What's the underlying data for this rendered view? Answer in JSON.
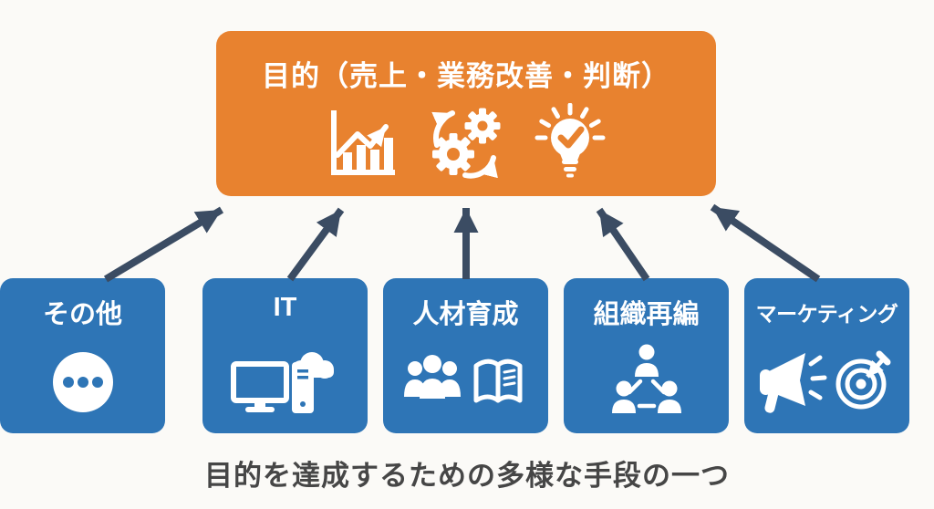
{
  "diagram": {
    "title": "目的（売上・業務改善・判断）",
    "caption": "目的を達成するための多様な手段の一つ",
    "purpose_icons": [
      "growth-chart-icon",
      "gears-process-icon",
      "lightbulb-check-icon"
    ],
    "boxes": [
      {
        "label": "IT",
        "icon": "computer-cloud-icon"
      },
      {
        "label": "人材育成",
        "icon": "people-book-icon"
      },
      {
        "label": "組織再編",
        "icon": "org-chart-icon"
      },
      {
        "label": "マーケティング",
        "icon": "megaphone-target-icon"
      },
      {
        "label": "その他",
        "icon": "ellipsis-icon"
      }
    ],
    "colors": {
      "background": "#FBFAF7",
      "purpose_box": "#E8822F",
      "means_box": "#2E75B6",
      "arrow": "#3B4C63",
      "caption_text": "#464646",
      "box_text": "#FFFFFF"
    }
  }
}
